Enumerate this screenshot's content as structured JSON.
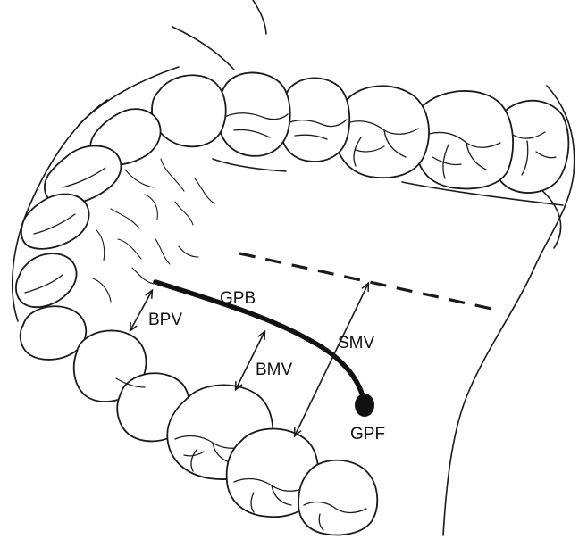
{
  "labels": {
    "gpb": "GPB",
    "bpv": "BPV",
    "bmv": "BMV",
    "smv": "SMV",
    "gpf": "GPF"
  },
  "colors": {
    "line": "#1a1a1a",
    "background": "#ffffff"
  }
}
